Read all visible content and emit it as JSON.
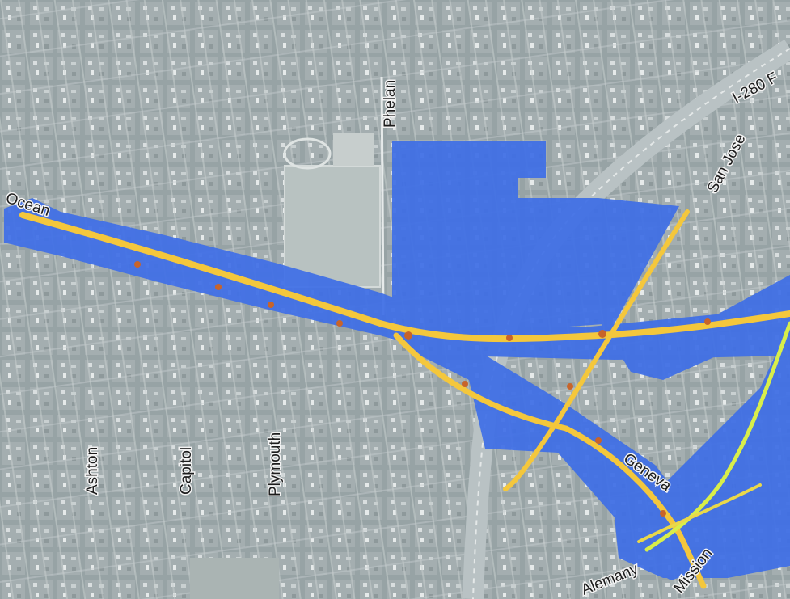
{
  "map": {
    "imagery": "aerial-photo",
    "colors": {
      "imagery_base": "#9aa6a8",
      "buffer_zone": "#3f6fe6",
      "transit_line": "#f4c73c",
      "transit_stop": "#c8642a",
      "rail_line": "#d8ee4a",
      "freeway": "#b9c2c4"
    },
    "labels": {
      "ocean": "Ocean",
      "phelan": "Phelan",
      "i280": "I-280 F",
      "san_jose": "San Jose",
      "ashton": "Ashton",
      "capitol": "Capitol",
      "plymouth": "Plymouth",
      "geneva": "Geneva",
      "alemany": "Alemany",
      "mission": "Mission"
    }
  }
}
